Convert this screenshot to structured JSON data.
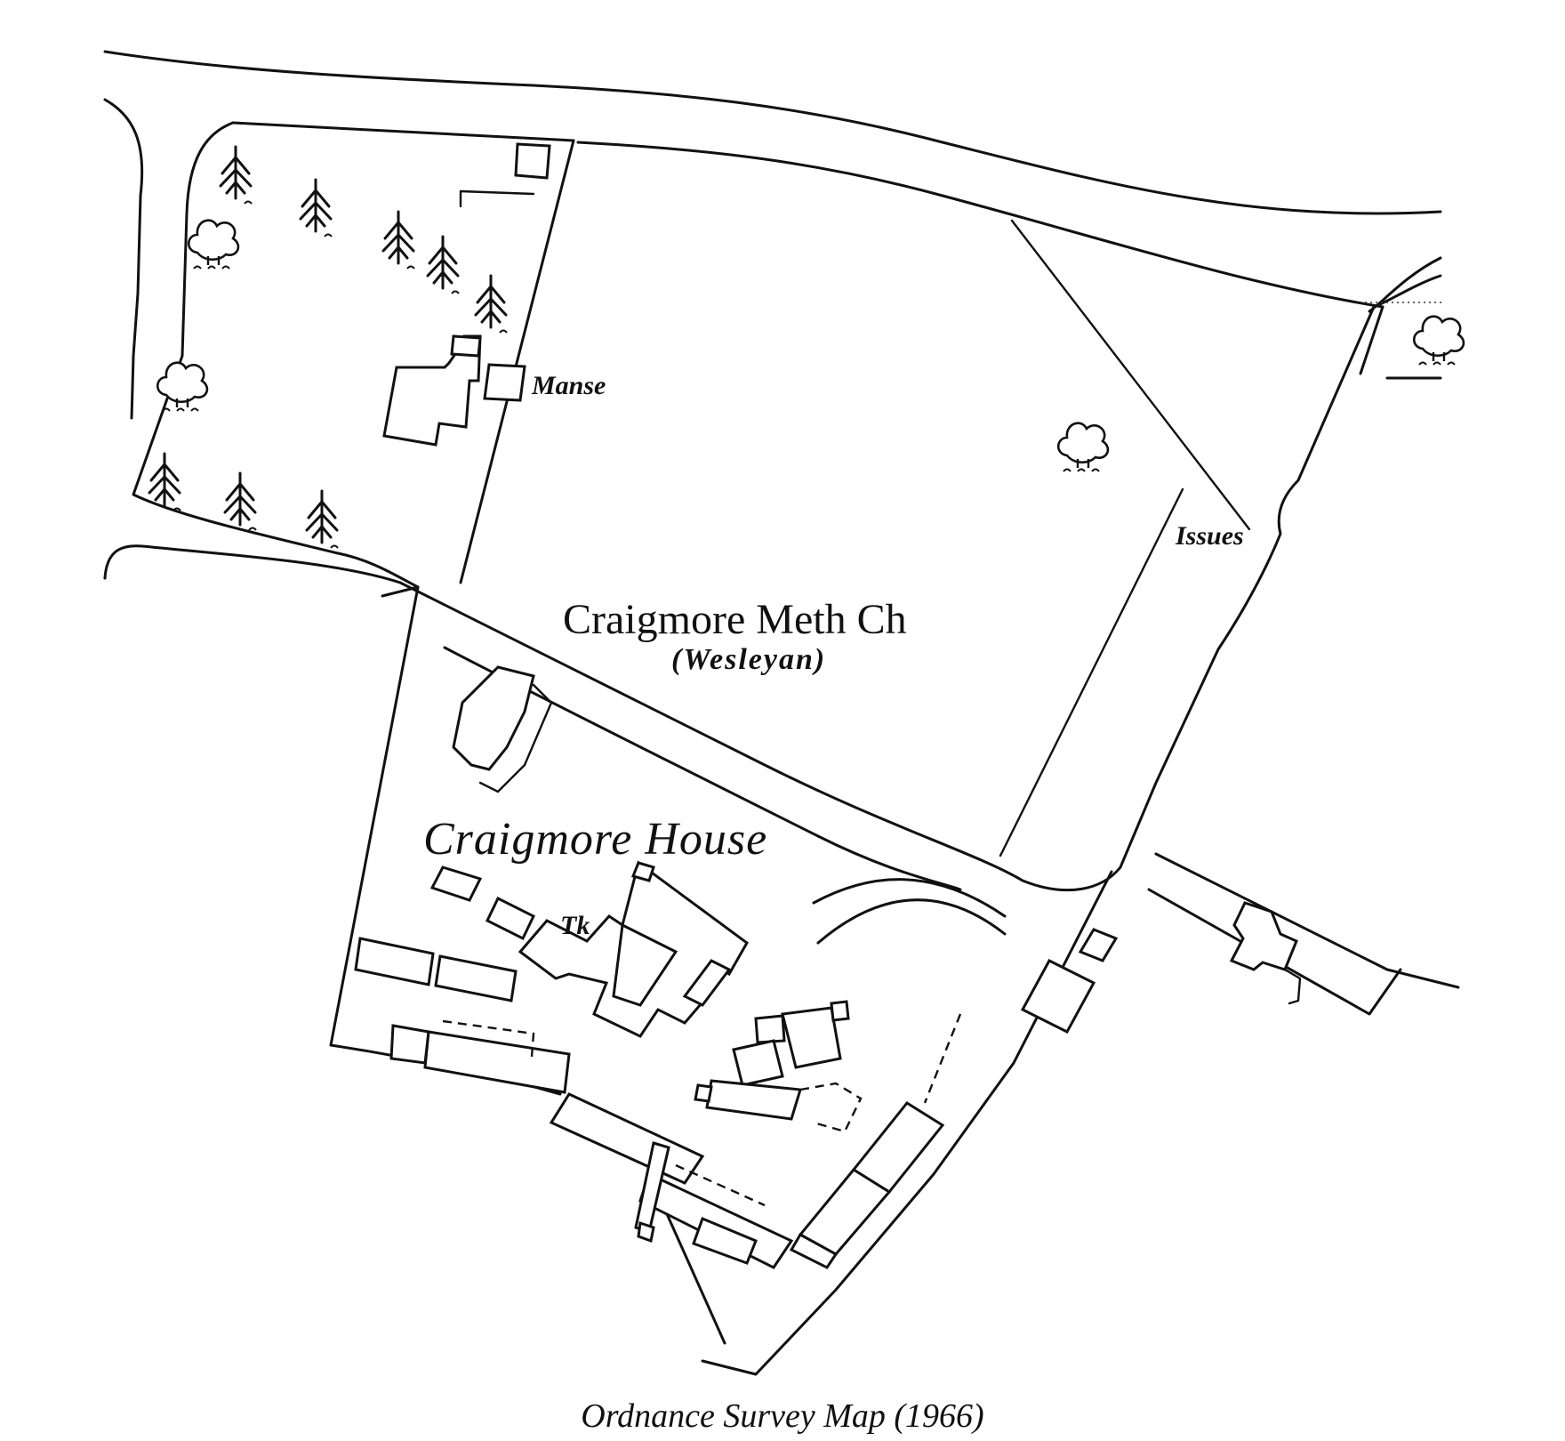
{
  "map": {
    "labels": {
      "manse": "Manse",
      "issues": "Issues",
      "church": "Craigmore Meth Ch",
      "denomination": "(Wesleyan)",
      "house": "Craigmore House",
      "tank": "Tk"
    },
    "symbols": {
      "conifer": "conifer-tree-icon",
      "deciduous": "deciduous-tree-icon"
    },
    "colors": {
      "ink": "#111111",
      "paper": "#ffffff"
    }
  },
  "caption": "Ordnance Survey Map (1966)"
}
